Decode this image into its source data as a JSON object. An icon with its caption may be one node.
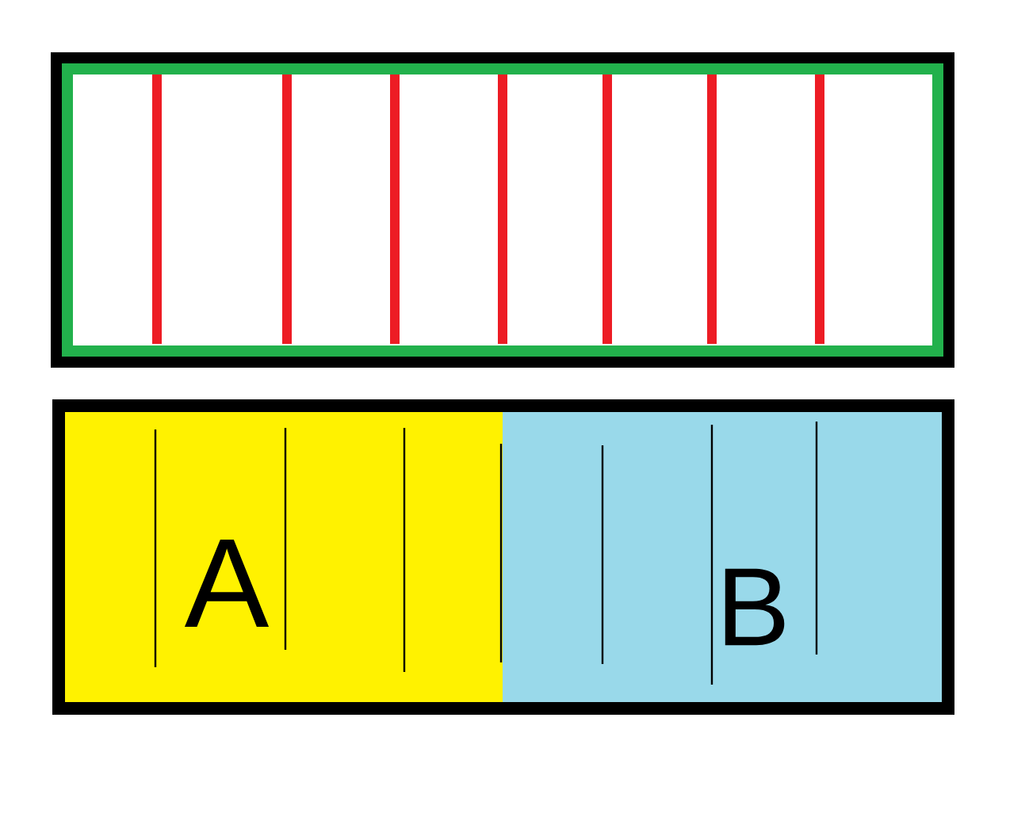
{
  "diagram": {
    "nodes": [
      {
        "text": [],
        "shape": "box"
      },
      {
        "text": [],
        "shape": "box"
      },
      {
        "text": [
          "A"
        ],
        "in": 1
      },
      {
        "text": [
          "B"
        ],
        "in": 1
      }
    ]
  }
}
